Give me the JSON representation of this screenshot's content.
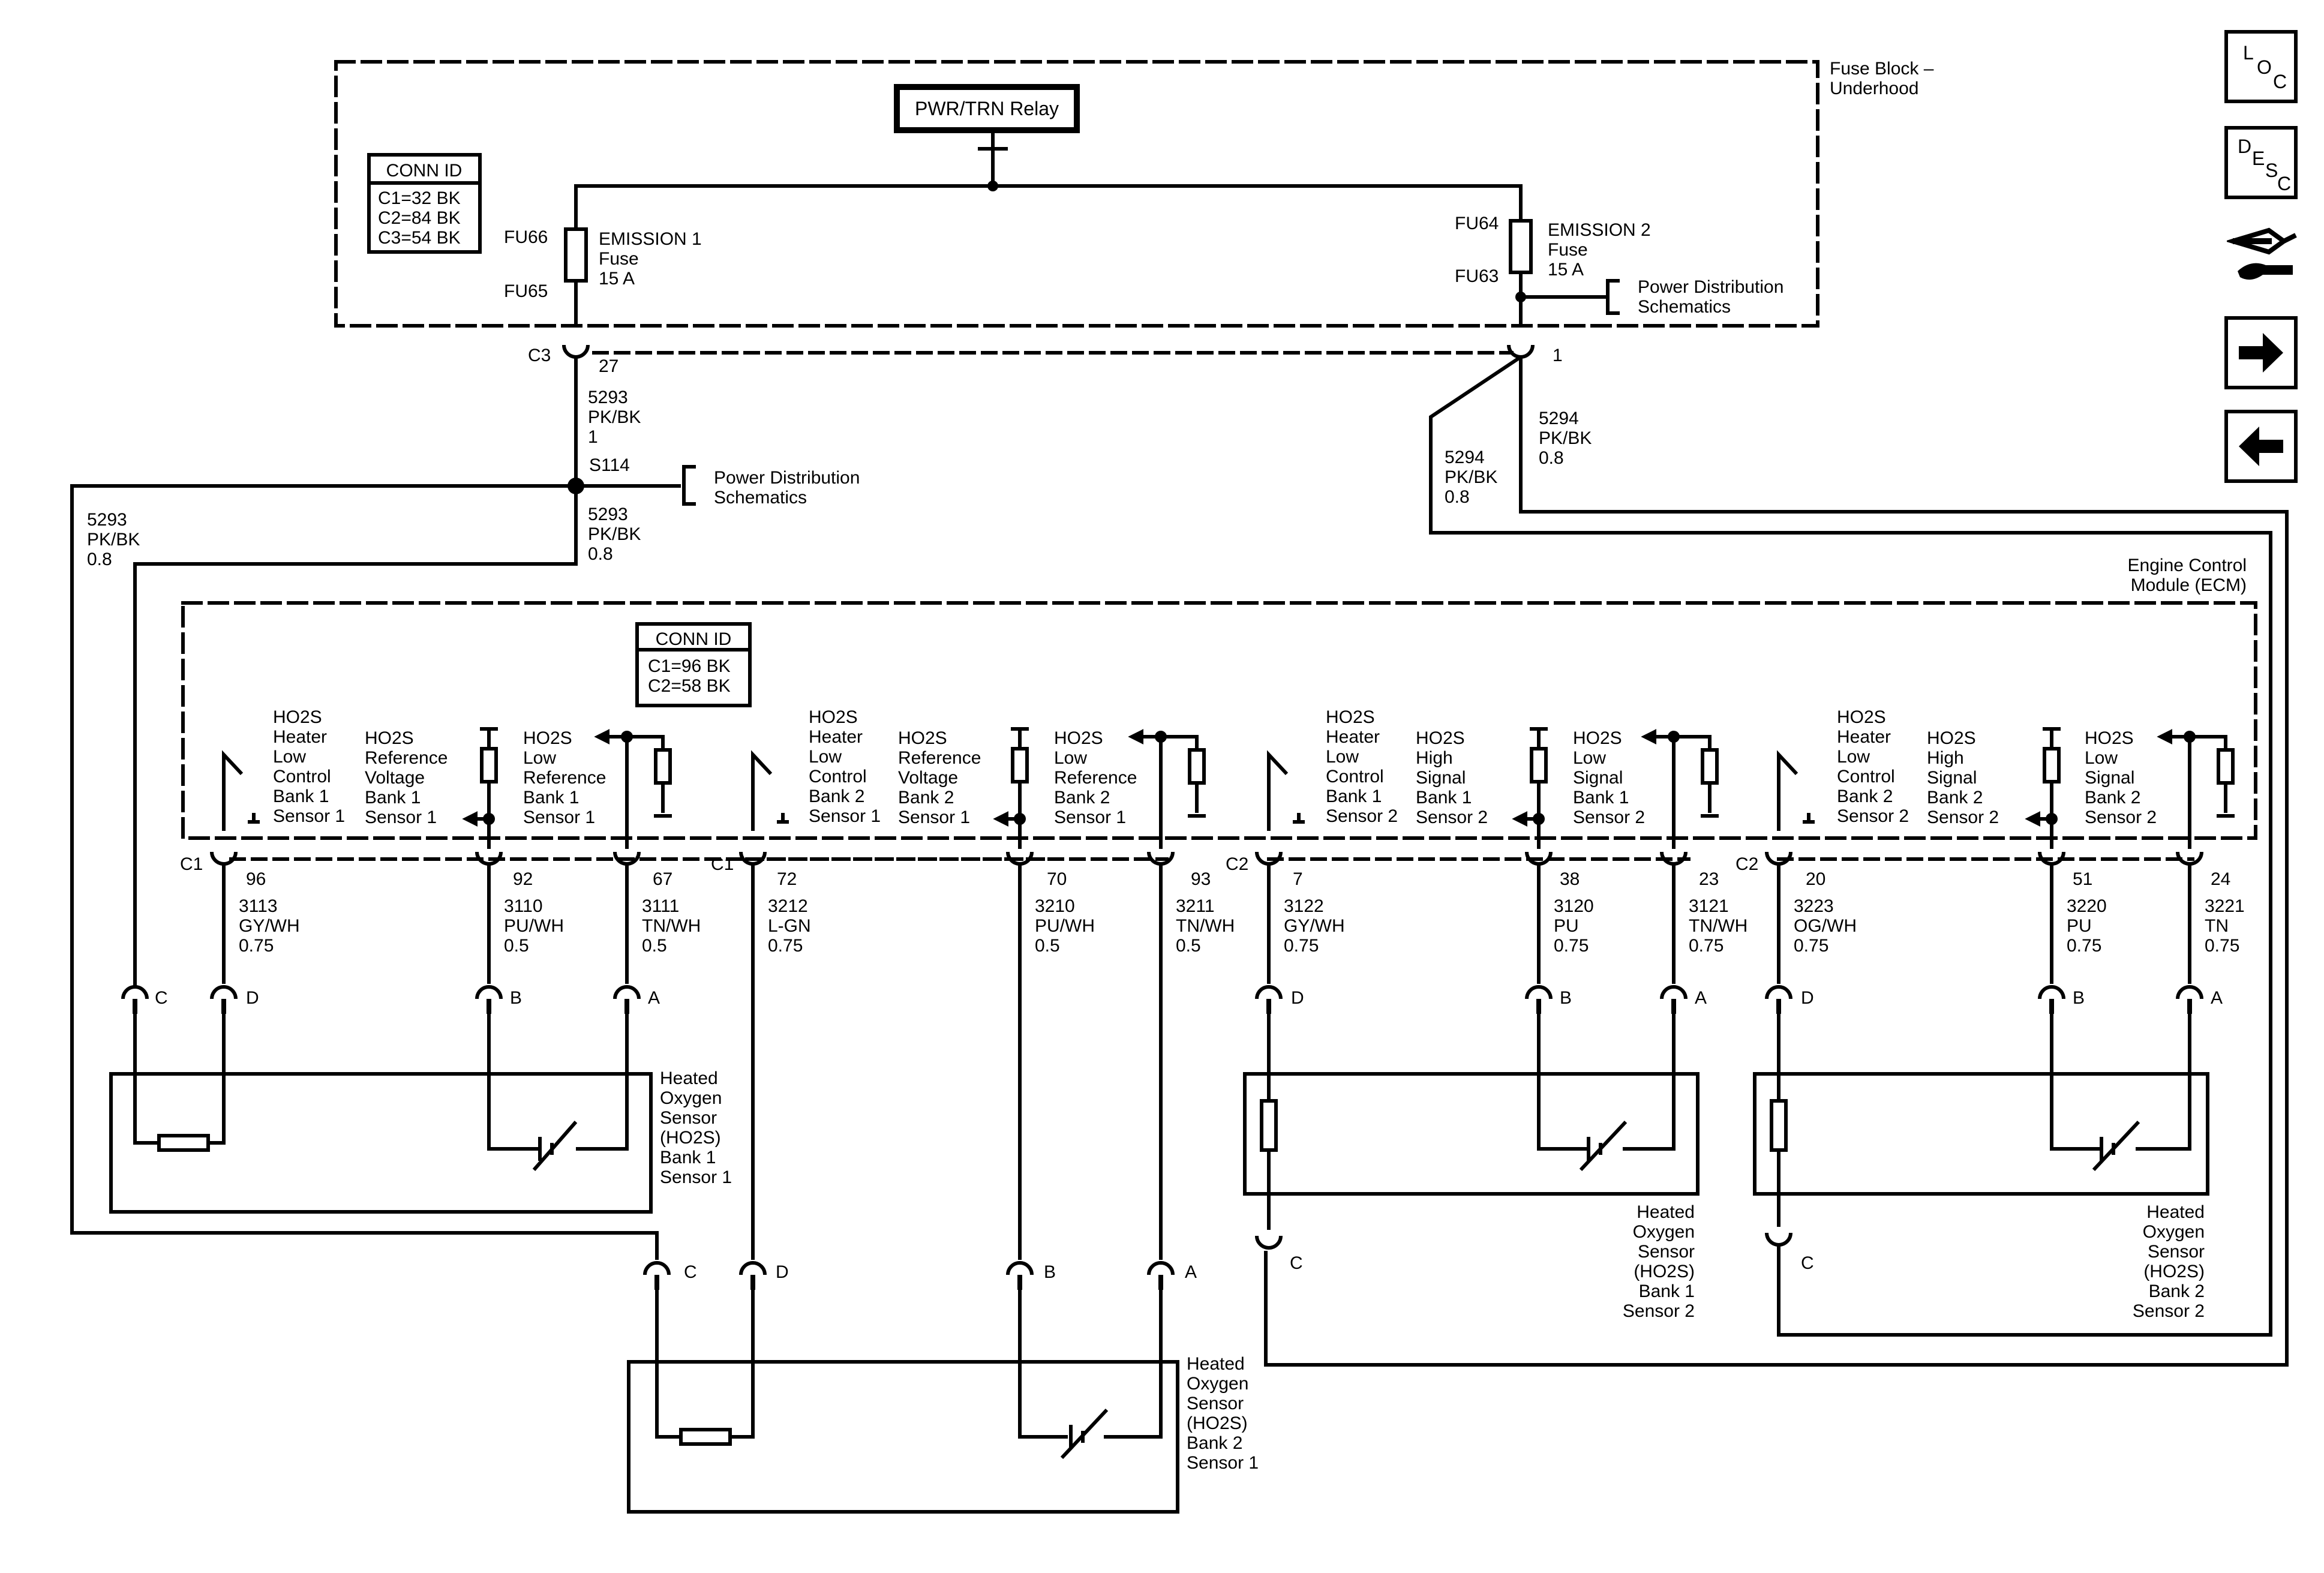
{
  "fuse_block": {
    "title_line1": "Fuse Block –",
    "title_line2": "Underhood",
    "relay": "PWR/TRN Relay",
    "conn_id": {
      "title": "CONN ID",
      "lines": [
        "C1=32 BK",
        "C2=84 BK",
        "C3=54 BK"
      ]
    },
    "fuse1": {
      "top_pin": "FU66",
      "bottom_pin": "FU65",
      "lines": [
        "EMISSION 1",
        "Fuse",
        "15 A"
      ]
    },
    "fuse2": {
      "top_pin": "FU64",
      "bottom_pin": "FU63",
      "lines": [
        "EMISSION 2",
        "Fuse",
        "15 A"
      ]
    },
    "power_dist_right": [
      "Power Distribution",
      "Schematics"
    ],
    "conn_c3": "C3",
    "pin_27": "27",
    "pin_1": "1"
  },
  "wires_top": {
    "w5293_a": [
      "5293",
      "PK/BK",
      "1"
    ],
    "splice": "S114",
    "power_dist_mid": [
      "Power Distribution",
      "Schematics"
    ],
    "w5293_b": [
      "5293",
      "PK/BK",
      "0.8"
    ],
    "w5293_c": [
      "5293",
      "PK/BK",
      "0.8"
    ],
    "w5294_a": [
      "5294",
      "PK/BK",
      "0.8"
    ],
    "w5294_b": [
      "5294",
      "PK/BK",
      "0.8"
    ]
  },
  "ecm": {
    "title_line1": "Engine Control",
    "title_line2": "Module (ECM)",
    "conn_id": {
      "title": "CONN ID",
      "lines": [
        "C1=96 BK",
        "C2=58 BK"
      ]
    },
    "groups": [
      {
        "heater": [
          "HO2S",
          "Heater",
          "Low",
          "Control",
          "Bank 1",
          "Sensor 1"
        ],
        "ref": [
          "HO2S",
          "Reference",
          "Voltage",
          "Bank 1",
          "Sensor 1"
        ],
        "low": [
          "HO2S",
          "Low",
          "Reference",
          "Bank 1",
          "Sensor 1"
        ],
        "conn": "C1",
        "pins": [
          "96",
          "92",
          "67"
        ],
        "wires": [
          [
            "3113",
            "GY/WH",
            "0.75"
          ],
          [
            "3110",
            "PU/WH",
            "0.5"
          ],
          [
            "3111",
            "TN/WH",
            "0.5"
          ]
        ]
      },
      {
        "heater": [
          "HO2S",
          "Heater",
          "Low",
          "Control",
          "Bank 2",
          "Sensor 1"
        ],
        "ref": [
          "HO2S",
          "Reference",
          "Voltage",
          "Bank 2",
          "Sensor 1"
        ],
        "low": [
          "HO2S",
          "Low",
          "Reference",
          "Bank 2",
          "Sensor 1"
        ],
        "conn": "C1",
        "pins": [
          "72",
          "70",
          "93"
        ],
        "wires": [
          [
            "3212",
            "L-GN",
            "0.75"
          ],
          [
            "3210",
            "PU/WH",
            "0.5"
          ],
          [
            "3211",
            "TN/WH",
            "0.5"
          ]
        ]
      },
      {
        "heater": [
          "HO2S",
          "Heater",
          "Low",
          "Control",
          "Bank 1",
          "Sensor 2"
        ],
        "ref": [
          "HO2S",
          "High",
          "Signal",
          "Bank 1",
          "Sensor 2"
        ],
        "low": [
          "HO2S",
          "Low",
          "Signal",
          "Bank 1",
          "Sensor 2"
        ],
        "conn": "C2",
        "pins": [
          "7",
          "38",
          "23"
        ],
        "wires": [
          [
            "3122",
            "GY/WH",
            "0.75"
          ],
          [
            "3120",
            "PU",
            "0.75"
          ],
          [
            "3121",
            "TN/WH",
            "0.75"
          ]
        ]
      },
      {
        "heater": [
          "HO2S",
          "Heater",
          "Low",
          "Control",
          "Bank 2",
          "Sensor 2"
        ],
        "ref": [
          "HO2S",
          "High",
          "Signal",
          "Bank 2",
          "Sensor 2"
        ],
        "low": [
          "HO2S",
          "Low",
          "Signal",
          "Bank 2",
          "Sensor 2"
        ],
        "conn": "C2",
        "pins": [
          "20",
          "51",
          "24"
        ],
        "wires": [
          [
            "3223",
            "OG/WH",
            "0.75"
          ],
          [
            "3220",
            "PU",
            "0.75"
          ],
          [
            "3221",
            "TN",
            "0.75"
          ]
        ]
      }
    ]
  },
  "sensors": [
    {
      "name": [
        "Heated",
        "Oxygen",
        "Sensor",
        "(HO2S)",
        "Bank 1",
        "Sensor 1"
      ],
      "pins": [
        "C",
        "D",
        "B",
        "A"
      ]
    },
    {
      "name": [
        "Heated",
        "Oxygen",
        "Sensor",
        "(HO2S)",
        "Bank 2",
        "Sensor 1"
      ],
      "pins": [
        "C",
        "D",
        "B",
        "A"
      ]
    },
    {
      "name": [
        "Heated",
        "Oxygen",
        "Sensor",
        "(HO2S)",
        "Bank 1",
        "Sensor 2"
      ],
      "pins": [
        "D",
        "B",
        "A",
        "C"
      ]
    },
    {
      "name": [
        "Heated",
        "Oxygen",
        "Sensor",
        "(HO2S)",
        "Bank 2",
        "Sensor 2"
      ],
      "pins": [
        "D",
        "B",
        "A",
        "C"
      ]
    }
  ],
  "nav": {
    "loc": [
      "L",
      "O",
      "C"
    ],
    "desc": [
      "D",
      "E",
      "S",
      "C"
    ],
    "icons": [
      "connector-view-icon",
      "next-arrow-icon",
      "previous-arrow-icon"
    ]
  }
}
